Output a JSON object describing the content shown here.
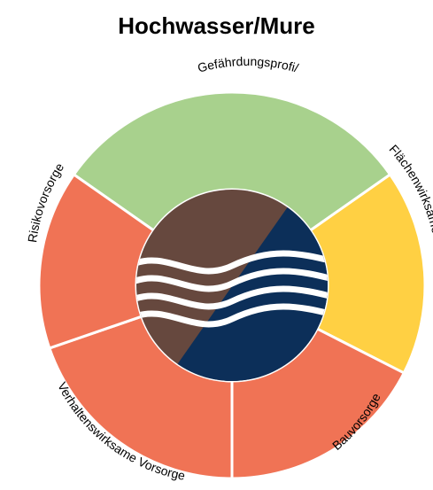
{
  "title": "Hochwasser/Mure",
  "segments": [
    {
      "key": "gefaehrdungsprofil",
      "label": "Gefährdungsprofi/",
      "color": "#a8d18d"
    },
    {
      "key": "flaechenwirksame-vorsorge",
      "label": "Flächenwirksame Vorsorge",
      "color": "#ffd043"
    },
    {
      "key": "bauvorsorge",
      "label": "Bauvorsorge",
      "color": "#f07355"
    },
    {
      "key": "verhaltenswirksame-vorsorge",
      "label": "Verhaltenswirksame Vorsorge",
      "color": "#f07355"
    },
    {
      "key": "risikovorsorge",
      "label": "Risikovorsorge",
      "color": "#f07355"
    }
  ],
  "center_icon": {
    "name": "flood-mudflow-icon",
    "earth_color": "#66483e",
    "water_color": "#0c2f59",
    "wave_color": "#ffffff"
  }
}
